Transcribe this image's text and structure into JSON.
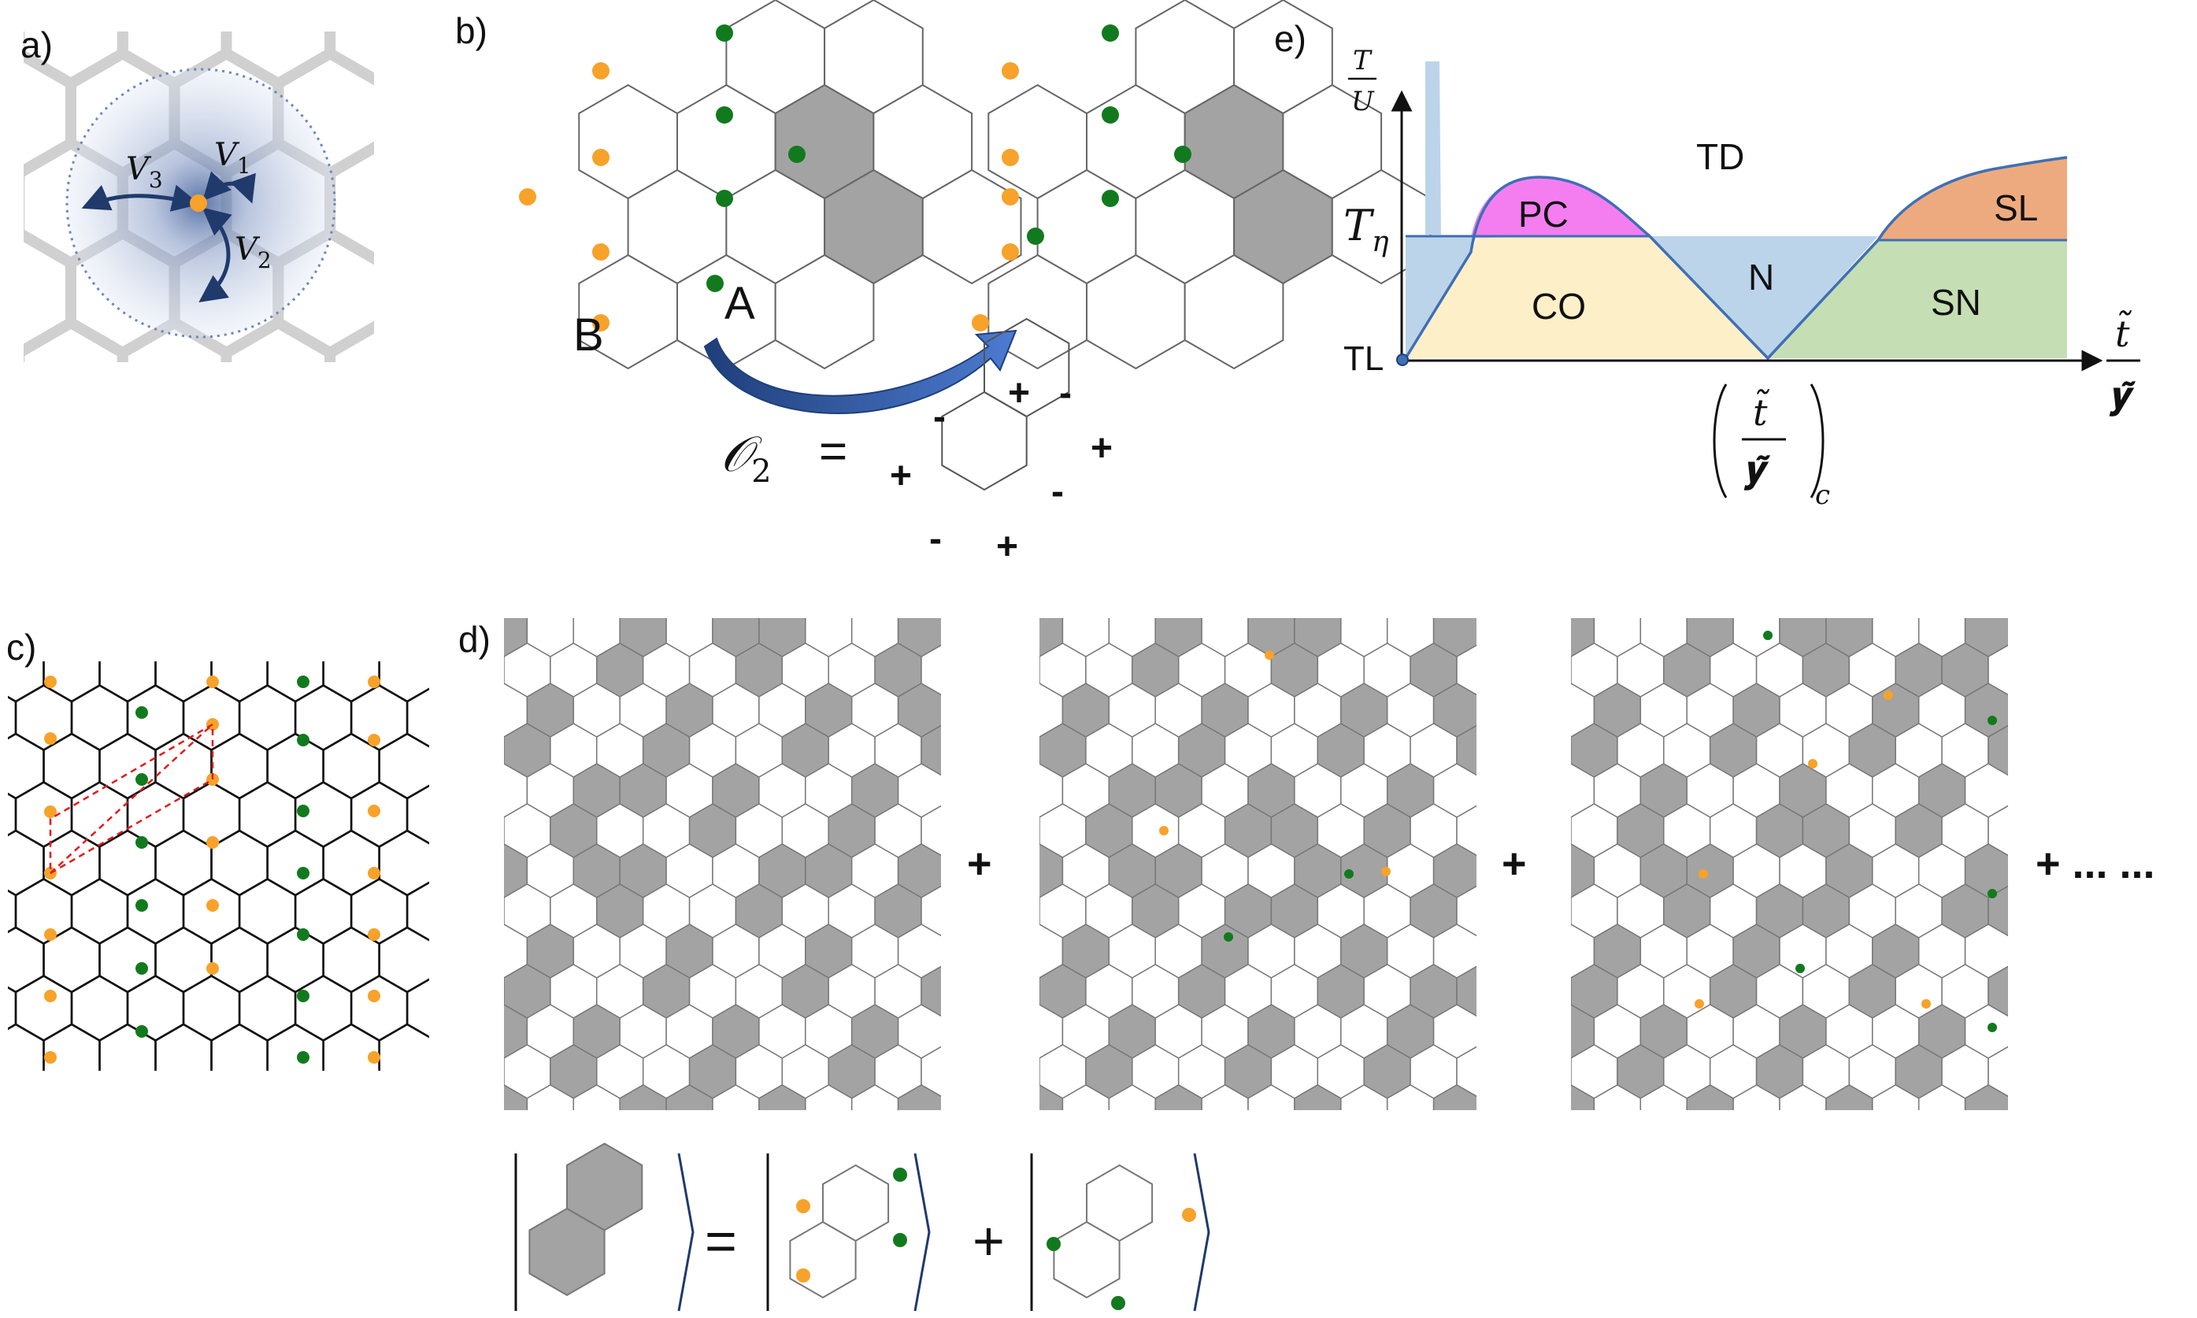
{
  "panels": {
    "a": "a)",
    "b": "b)",
    "c": "c)",
    "d": "d)",
    "e": "e)"
  },
  "panel_a": {
    "v1": "1",
    "v2": "2",
    "v3": "3",
    "v_symbol": "V"
  },
  "panel_b": {
    "label_A": "A",
    "label_B": "B",
    "operator": "𝒪",
    "operator_sub": "2",
    "equals": "=",
    "signs": [
      "+",
      "-",
      "+",
      "-",
      "+",
      "-",
      "+",
      "-"
    ]
  },
  "panel_d": {
    "plus": "+",
    "ellipsis": "+ ... ...",
    "ket_equals": "=",
    "ket_plus": "+"
  },
  "panel_e": {
    "y_axis_num": "T",
    "y_axis_den": "U",
    "x_axis_num": "t̃",
    "x_axis_den": "𝐲̃",
    "t_eta": "T",
    "t_eta_sub": "η",
    "tl": "TL",
    "regions": {
      "td": "TD",
      "pc": "PC",
      "co": "CO",
      "n": "N",
      "sl": "SL",
      "sn": "SN"
    },
    "critical_sub": "c",
    "colors": {
      "pc": "#f47ef0",
      "co": "#fdefc7",
      "n": "#bcd4ea",
      "sl": "#eeaa7f",
      "sn": "#c5deb4",
      "line": "#3f6fb5"
    }
  },
  "colors": {
    "orange": "#f7a22a",
    "green": "#127a1e",
    "gray": "#a3a3a3",
    "lattice_gray": "#d0d0d0",
    "arrow": "#1f3a6b"
  }
}
